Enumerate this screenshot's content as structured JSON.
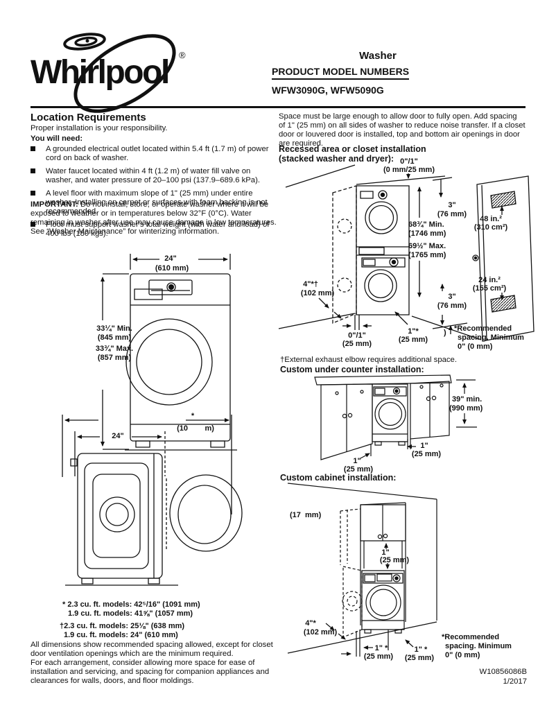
{
  "header": {
    "brand": "Whirlpool",
    "registered": "®",
    "product": "Washer",
    "doc_title": "PRODUCT MODEL NUMBERS",
    "models": "WFW3090G, WFW5090G"
  },
  "left_col": {
    "heading": "Location Requirements",
    "intro": "Proper installation is your responsibility.",
    "need_label": "You will need:",
    "bullets": [
      "A grounded electrical outlet located within 5.4 ft (1.7 m) of power cord on back of washer.",
      "Water faucet located within 4 ft (1.2 m) of water fill valve on washer, and water pressure of 20–100 psi (137.9–689.6 kPa).",
      "A level floor with maximum slope of 1\" (25 mm) under entire washer. Installing on carpet or surfaces with foam backing is not recommended.",
      "Floor must support washer's total weight (with water and load)  of 400 lbs (180 kgs)."
    ],
    "important_label": "IMPORTANT:",
    "important_text": " Do not install, store, or operate washer where it will be exposed to weather or in temperatures below 32°F (0°C). Water remaining in washer after use may cause damage in low temperatures. See “Washer Maintenance” for winterizing information."
  },
  "front_view": {
    "width_in": "24\"",
    "width_mm": "(610 mm)",
    "height_min_in": "33¼\" Min.",
    "height_min_mm": "(845 mm)",
    "height_max_in": "33¾\" Max.",
    "height_max_mm": "(857 mm)"
  },
  "side_view": {
    "star": "*",
    "depth_open_mm": "(10        m)",
    "depth_in": "24\"",
    "fn1_line1": "* 2.3 cu. ft. models: 42⁵/16\" (1091 mm)",
    "fn1_line2": "1.9 cu. ft. models: 41⅝\" (1057 mm)",
    "fn2_line1": "†2.3 cu. ft. models: 25⅛\" (638 mm)",
    "fn2_line2": "1.9 cu. ft. models: 24\" (610 mm)"
  },
  "notes": {
    "all_dims": "All dimensions show recommended spacing allowed, except for closet door ventilation openings which are the minimum required.",
    "each_arrangement": "For each arrangement, consider allowing more space for ease of installation and servicing, and spacing for companion appliances and clearances for walls, doors, and floor moldings."
  },
  "right_col": {
    "intro": "Space must be large enough to allow door to fully open. Add spacing of 1\" (25 mm) on all sides of washer to reduce noise transfer. If a closet door or louvered door is installed, top and bottom air openings in door are required.",
    "recessed_heading": "Recessed area or closet installation (stacked washer and dryer):",
    "exhaust_note": "†External exhaust elbow requires additional space.",
    "under_counter_heading": "Custom under counter installation:",
    "cabinet_heading": "Custom cabinet installation:"
  },
  "stacked": {
    "top_gap_in": "0\"/1\"",
    "top_gap_mm": "(0 mm/25 mm)",
    "top_clear_in": "3\"",
    "top_clear_mm": "(76 mm)",
    "vent_top_area": "48 in.²",
    "vent_top_cm": "(310 cm²)",
    "height_min": "68¾\" Min.",
    "height_min_mm": "(1746 mm)",
    "height_max": "69½\" Max.",
    "height_max_mm": "(1765 mm)",
    "side_clear_in": "4\"*†",
    "side_clear_mm": "(102 mm)",
    "vent_bottom_area": "24 in.²",
    "vent_bottom_cm": "(155 cm²)",
    "bottom_clear_in": "3\"",
    "bottom_clear_mm": "(76 mm)",
    "rear_gap_in": "0\"/1\"",
    "rear_gap_mm": "(25 mm)",
    "front_gap_in": "1\"*",
    "front_gap_mm": "(25 mm)",
    "paren": ")",
    "note_line1": "*Recommended",
    "note_line2": "spacing. Minimum",
    "note_line3": "0\" (0 mm)"
  },
  "under_counter": {
    "height_min_in": "39\" min.",
    "height_min_mm": "(990 mm)",
    "gap_right_in": "1\"",
    "gap_right_mm": "(25 mm)",
    "gap_left_in": "1\"",
    "gap_left_mm": "(25 mm)"
  },
  "cabinet": {
    "wall_gap_mm": "(17  mm)",
    "top_gap_in": "1\"",
    "top_gap_mm": "(25 mm)",
    "side_clear_in": "4\"*",
    "side_clear_mm": "(102 mm)",
    "gap_left_in": "1\" *",
    "gap_left_mm": "(25 mm)",
    "gap_right_in": "1\" *",
    "gap_right_mm": "(25 mm)",
    "note_line1": "*Recommended",
    "note_line2": "spacing. Minimum",
    "note_line3": "0\" (0 mm)"
  },
  "footer": {
    "part_number": "W10856086B",
    "date": "1/2017"
  }
}
